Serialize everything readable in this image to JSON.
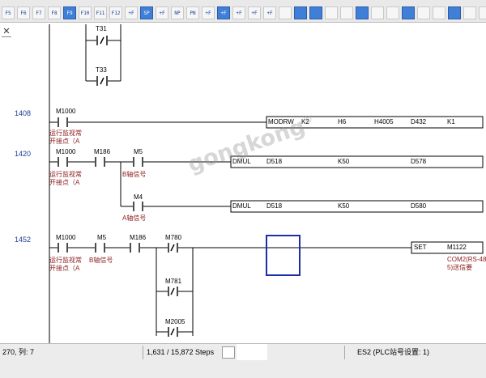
{
  "toolbar": {
    "icons": [
      "F5",
      "F6",
      "F7",
      "F8",
      "F9",
      "F10",
      "F11",
      "F12",
      "+F",
      "SP",
      "+F",
      "NP",
      "PN",
      "+F",
      "+F",
      "+F",
      "+F",
      "+F",
      "",
      ""
    ]
  },
  "rungs": {
    "r1": {
      "contacts": [
        "T31",
        "T33"
      ]
    },
    "r2": {
      "step": "1408",
      "contact": "M1000",
      "comment1": "运行监视常",
      "comment2": "开接点（A",
      "instr": [
        "MODRW",
        "K2",
        "H6",
        "H4005",
        "D432",
        "K1"
      ]
    },
    "r3": {
      "step": "1420",
      "contact1": "M1000",
      "comment1a": "运行监视常",
      "comment1b": "开接点（A",
      "contact2": "M186",
      "contact3": "M5",
      "comment3": "B轴信号",
      "instr1": [
        "DMUL",
        "D518",
        "K50",
        "D578"
      ],
      "contact4": "M4",
      "comment4": "A轴信号",
      "instr2": [
        "DMUL",
        "D518",
        "K50",
        "D580"
      ]
    },
    "r4": {
      "step": "1452",
      "contact1": "M1000",
      "comment1a": "运行监视常",
      "comment1b": "开接点（A",
      "contact2": "M5",
      "comment2": "B轴信号",
      "contact3": "M186",
      "contact4": "M780",
      "contact5": "M781",
      "contact6": "M2005",
      "instr": [
        "SET",
        "M1122"
      ],
      "comment_out1": "COM2(RS-48",
      "comment_out2": "5)送信要"
    }
  },
  "status": {
    "position": "270, 列: 7",
    "steps": "1,631 / 15,872 Steps",
    "plc": "ES2 (PLC站号设置: 1)"
  },
  "watermark": "gongkong",
  "watermark_mark": "®"
}
